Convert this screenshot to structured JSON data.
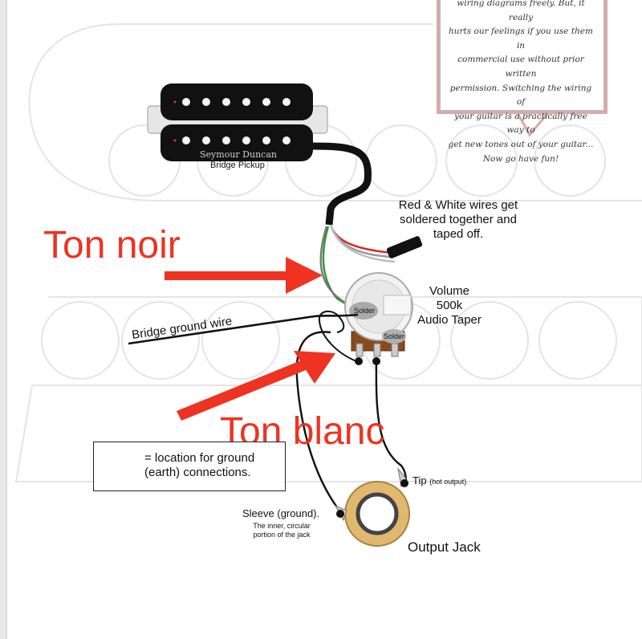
{
  "note": {
    "lines": [
      "wiring diagrams freely. But, it really",
      "hurts our feelings if you use them in",
      "commercial use without prior written",
      "permission. Switching the wiring of",
      "your guitar is a practically free way to",
      "get new tones out of your guitar...",
      "Now go have fun!"
    ]
  },
  "pickup": {
    "brand": "Seymour Duncan",
    "label": "Bridge Pickup"
  },
  "wires_note": {
    "lines": [
      "Red & White wires get",
      "soldered together and",
      "taped off."
    ]
  },
  "volume": {
    "lines": [
      "Volume",
      "500k",
      "Audio Taper"
    ]
  },
  "solder": {
    "label": "Solder"
  },
  "ground_wire": {
    "label": "Bridge ground wire"
  },
  "annotations": {
    "ton_noir": "Ton noir",
    "ton_blanc": "Ton blanc",
    "color": "#ee3322"
  },
  "legend": {
    "lines": [
      "= location for ground",
      "(earth) connections."
    ]
  },
  "jack": {
    "tip": "Tip",
    "tip_note": "(hot output)",
    "sleeve": "Sleeve (ground).",
    "sleeve_note_lines": [
      "The inner, circular",
      "portion of the jack"
    ],
    "label": "Output Jack"
  }
}
